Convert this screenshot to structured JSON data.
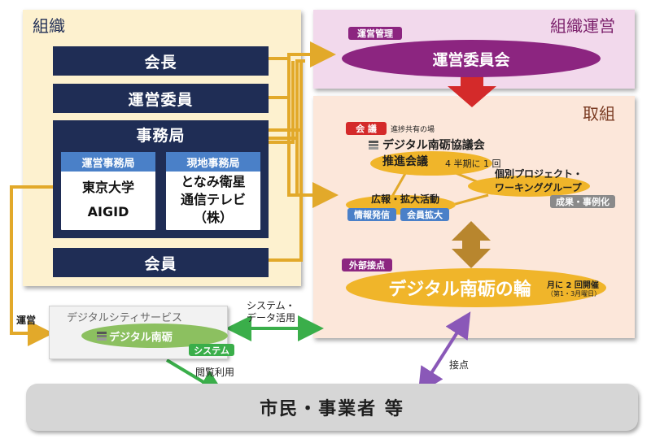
{
  "org_panel": {
    "title": "組織",
    "chairman": "会長",
    "committee": "運営委員",
    "secretariat": "事務局",
    "ops_office": {
      "header": "運営事務局",
      "line1": "東京大学",
      "line2": "AIGID"
    },
    "local_office": {
      "header": "現地事務局",
      "line1": "となみ衛星",
      "line2": "通信テレビ",
      "line3": "（株）"
    },
    "members": "会員"
  },
  "ops_panel": {
    "title": "組織運営",
    "tag": "運営管理",
    "committee_meeting": "運営委員会"
  },
  "act_panel": {
    "title": "取組",
    "meeting_tag": "会 議",
    "meeting_note": "進捗共有の場",
    "council_line1": "デジタル南砺協議会",
    "council_line2": "推進会議",
    "council_freq": "4 半期に 1 回",
    "project_line1": "個別プロジェクト・",
    "project_line2": "ワーキンググループ",
    "results_tag": "成果・事例化",
    "pr_label": "広報・拡大活動",
    "info_tag": "情報発信",
    "member_tag": "会員拡大",
    "external_tag": "外部接点",
    "ring": "デジタル南砺の輪",
    "ring_freq": "月に 2 回開催",
    "ring_days": "（第1・3月曜日）"
  },
  "digital_service": {
    "title": "デジタルシティサービス",
    "name": "デジタル南砺",
    "system_tag": "システム"
  },
  "connectors": {
    "operation": "運営",
    "system_data": "システム・",
    "system_data2": "データ活用",
    "browse": "閲覧利用",
    "contact": "接点"
  },
  "citizens": "市民・事業者 等",
  "colors": {
    "navy": "#1f2d55",
    "gold": "#f0b52a",
    "purple": "#8c2580",
    "red": "#d42a2a",
    "green": "#3aae4a",
    "violet": "#8a58b8",
    "blue_header": "#4a80c8",
    "brown_arrow": "#b8862e"
  }
}
